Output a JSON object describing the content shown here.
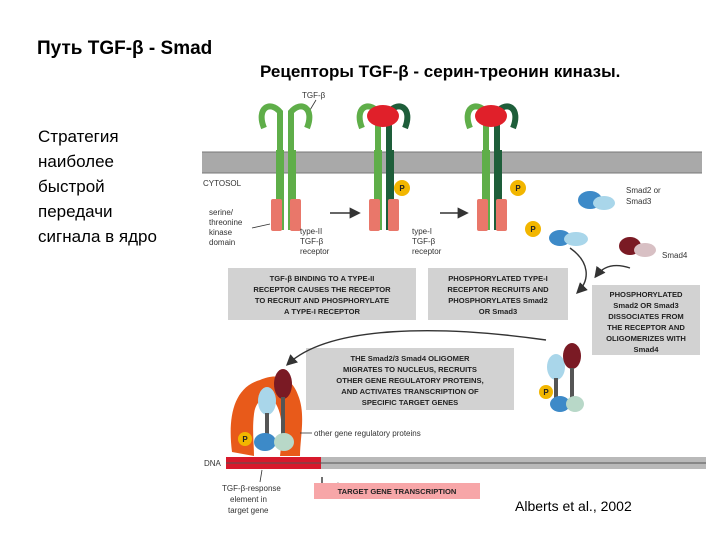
{
  "slide": {
    "title": "Путь TGF-β - Smad",
    "subtitle": "Рецепторы TGF-β - серин-треонин киназы.",
    "strategy_lines": [
      "Стратегия",
      "наиболее",
      "быстрой",
      "передачи",
      "сигнала в ядро"
    ],
    "citation": "Alberts et al., 2002"
  },
  "figure": {
    "tgf_beta_label": "TGF-β",
    "cytosol_label": "CYTOSOL",
    "kinase_domain_lines": [
      "serine/",
      "threonine",
      "kinase",
      "domain"
    ],
    "type2_lines": [
      "type-II",
      "TGF-β",
      "receptor"
    ],
    "type1_lines": [
      "type-I",
      "TGF-β",
      "receptor"
    ],
    "smad23_lines": [
      "Smad2 or",
      "Smad3"
    ],
    "smad4_label": "Smad4",
    "p_label": "P",
    "caption1_lines": [
      "TGF-β BINDING TO A TYPE-II",
      "RECEPTOR CAUSES THE RECEPTOR",
      "TO RECRUIT AND PHOSPHORYLATE",
      "A TYPE-I RECEPTOR"
    ],
    "caption2_lines": [
      "PHOSPHORYLATED TYPE-I",
      "RECEPTOR RECRUITS AND",
      "PHOSPHORYLATES Smad2",
      "OR Smad3"
    ],
    "caption3_lines": [
      "PHOSPHORYLATED",
      "Smad2 OR Smad3",
      "DISSOCIATES FROM",
      "THE RECEPTOR AND",
      "OLIGOMERIZES WITH",
      "Smad4"
    ],
    "caption4_lines": [
      "THE Smad2/3 Smad4 OLIGOMER",
      "MIGRATES TO NUCLEUS, RECRUITS",
      "OTHER GENE REGULATORY PROTEINS,",
      "AND ACTIVATES TRANSCRIPTION OF",
      "SPECIFIC TARGET GENES"
    ],
    "other_proteins_label": "other gene regulatory proteins",
    "dna_label": "DNA",
    "response_element_lines": [
      "TGF-β-response",
      "element in",
      "target gene"
    ],
    "target_transcription_label": "TARGET GENE TRANSCRIPTION"
  },
  "colors": {
    "membrane": "#a9a9a9",
    "caption_box": "#d2d2d2",
    "type2_receptor": "#5fae49",
    "type1_receptor": "#1e5e3a",
    "ligand": "#e0202a",
    "kinase_domain": "#e9776a",
    "phosphate": "#f2b600",
    "smad_blue": "#3d8ac8",
    "smad_light": "#a9d6ea",
    "smad4_dark": "#7a1a24",
    "regulatory_protein": "#e85a1a",
    "dna_red": "#d7192c",
    "transcription_box": "#f7a6a8"
  }
}
